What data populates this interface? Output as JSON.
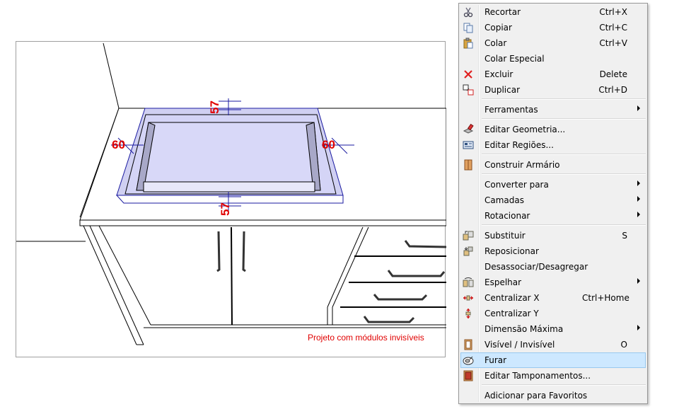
{
  "viewport": {
    "note": "Projeto com módulos invisíveis",
    "dimensions": {
      "top": "57",
      "bottom": "57",
      "left": "60",
      "right": "60"
    }
  },
  "context_menu": {
    "items": [
      {
        "label": "Recortar",
        "shortcut": "Ctrl+X",
        "icon": "scissors-icon"
      },
      {
        "label": "Copiar",
        "shortcut": "Ctrl+C",
        "icon": "copy-icon"
      },
      {
        "label": "Colar",
        "shortcut": "Ctrl+V",
        "icon": "paste-icon"
      },
      {
        "label": "Colar Especial",
        "shortcut": "",
        "icon": ""
      },
      {
        "label": "Excluir",
        "shortcut": "Delete",
        "icon": "delete-icon"
      },
      {
        "label": "Duplicar",
        "shortcut": "Ctrl+D",
        "icon": "duplicate-icon"
      },
      {
        "label": "Ferramentas",
        "shortcut": "",
        "icon": "",
        "submenu": true
      },
      {
        "label": "Editar Geometria...",
        "shortcut": "",
        "icon": "edit-geometry-icon"
      },
      {
        "label": "Editar Regiões...",
        "shortcut": "",
        "icon": "edit-regions-icon"
      },
      {
        "label": "Construir Armário",
        "shortcut": "",
        "icon": "build-cabinet-icon"
      },
      {
        "label": "Converter para",
        "shortcut": "",
        "icon": "",
        "submenu": true
      },
      {
        "label": "Camadas",
        "shortcut": "",
        "icon": "",
        "submenu": true
      },
      {
        "label": "Rotacionar",
        "shortcut": "",
        "icon": "",
        "submenu": true
      },
      {
        "label": "Substituir",
        "shortcut": "S",
        "icon": "replace-icon"
      },
      {
        "label": "Reposicionar",
        "shortcut": "",
        "icon": "reposition-icon"
      },
      {
        "label": "Desassociar/Desagregar",
        "shortcut": "",
        "icon": ""
      },
      {
        "label": "Espelhar",
        "shortcut": "",
        "icon": "mirror-icon",
        "submenu": true
      },
      {
        "label": "Centralizar X",
        "shortcut": "Ctrl+Home",
        "icon": "center-x-icon"
      },
      {
        "label": "Centralizar Y",
        "shortcut": "",
        "icon": "center-y-icon"
      },
      {
        "label": "Dimensão Máxima",
        "shortcut": "",
        "icon": "",
        "submenu": true
      },
      {
        "label": "Visível / Invisível",
        "shortcut": "O",
        "icon": "visibility-icon"
      },
      {
        "label": "Furar",
        "shortcut": "",
        "icon": "drill-icon",
        "highlighted": true
      },
      {
        "label": "Editar Tamponamentos...",
        "shortcut": "",
        "icon": "edit-cover-icon"
      },
      {
        "label": "Adicionar para Favoritos",
        "shortcut": "",
        "icon": ""
      }
    ]
  },
  "colors": {
    "highlight": "#cde8ff",
    "dimension": "#e00000",
    "sink": "#c8c8f0"
  }
}
